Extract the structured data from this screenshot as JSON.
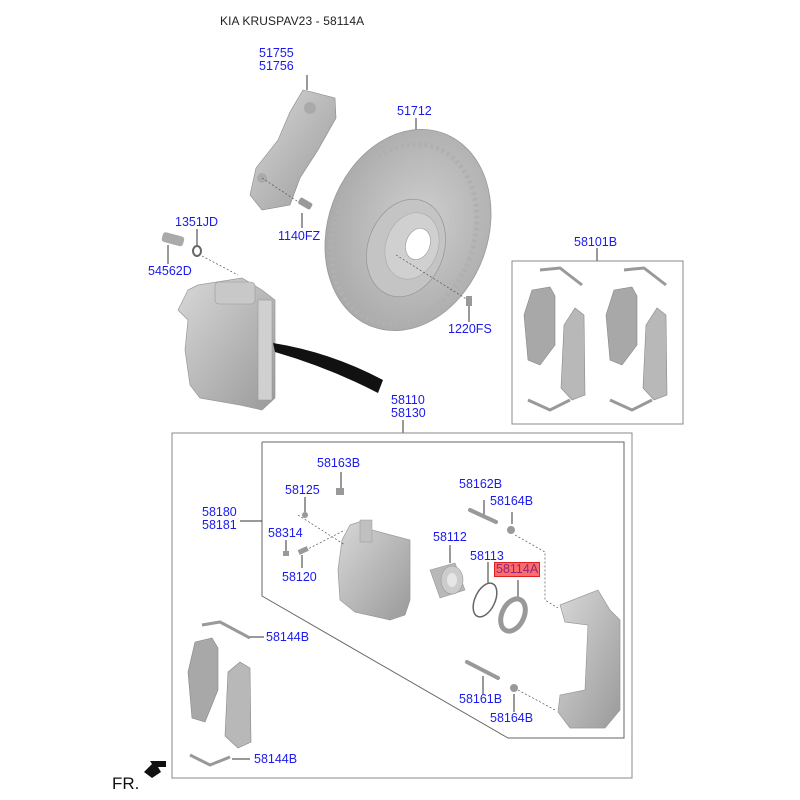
{
  "header": {
    "title": "KIA KRUSPAV23 - 58114A"
  },
  "highlight": {
    "part": "58114A",
    "color": "#ff6b6b",
    "border": "#e02020"
  },
  "colors": {
    "label": "#1a1aee",
    "part_fill": "#bdbdbd",
    "frame": "#777777"
  },
  "direction": {
    "label": "FR.",
    "icon": "arrow-down-left-icon"
  },
  "labels": {
    "p51755": "51755",
    "p51756": "51756",
    "p51712": "51712",
    "p1351JD": "1351JD",
    "p54562D": "54562D",
    "p1140FZ": "1140FZ",
    "p1220FS": "1220FS",
    "p58101B": "58101B",
    "p58110": "58110",
    "p58130": "58130",
    "p58163B": "58163B",
    "p58125": "58125",
    "p58180": "58180",
    "p58181": "58181",
    "p58314": "58314",
    "p58120": "58120",
    "p58162B": "58162B",
    "p58164B_top": "58164B",
    "p58112": "58112",
    "p58113": "58113",
    "p58114A": "58114A",
    "p58144B_top": "58144B",
    "p58144B_bottom": "58144B",
    "p58161B": "58161B",
    "p58164B_bottom": "58164B"
  }
}
